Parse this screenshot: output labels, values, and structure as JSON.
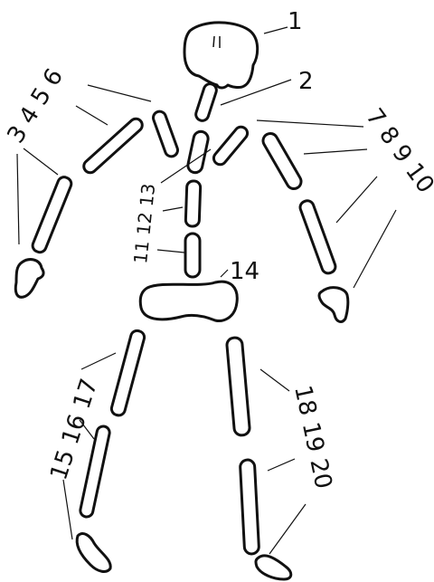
{
  "labels": {
    "l1": "1",
    "l2": "2",
    "l3456": "3 4 5 6",
    "l78910": "7 8 9 10",
    "l111213": "11 12 13",
    "l14": "14",
    "l151617": "15 16 17",
    "l181920": "18 19 20"
  },
  "colors": {
    "ink": "#111111",
    "bone_fill": "#ffffff",
    "background": "#ffffff"
  }
}
